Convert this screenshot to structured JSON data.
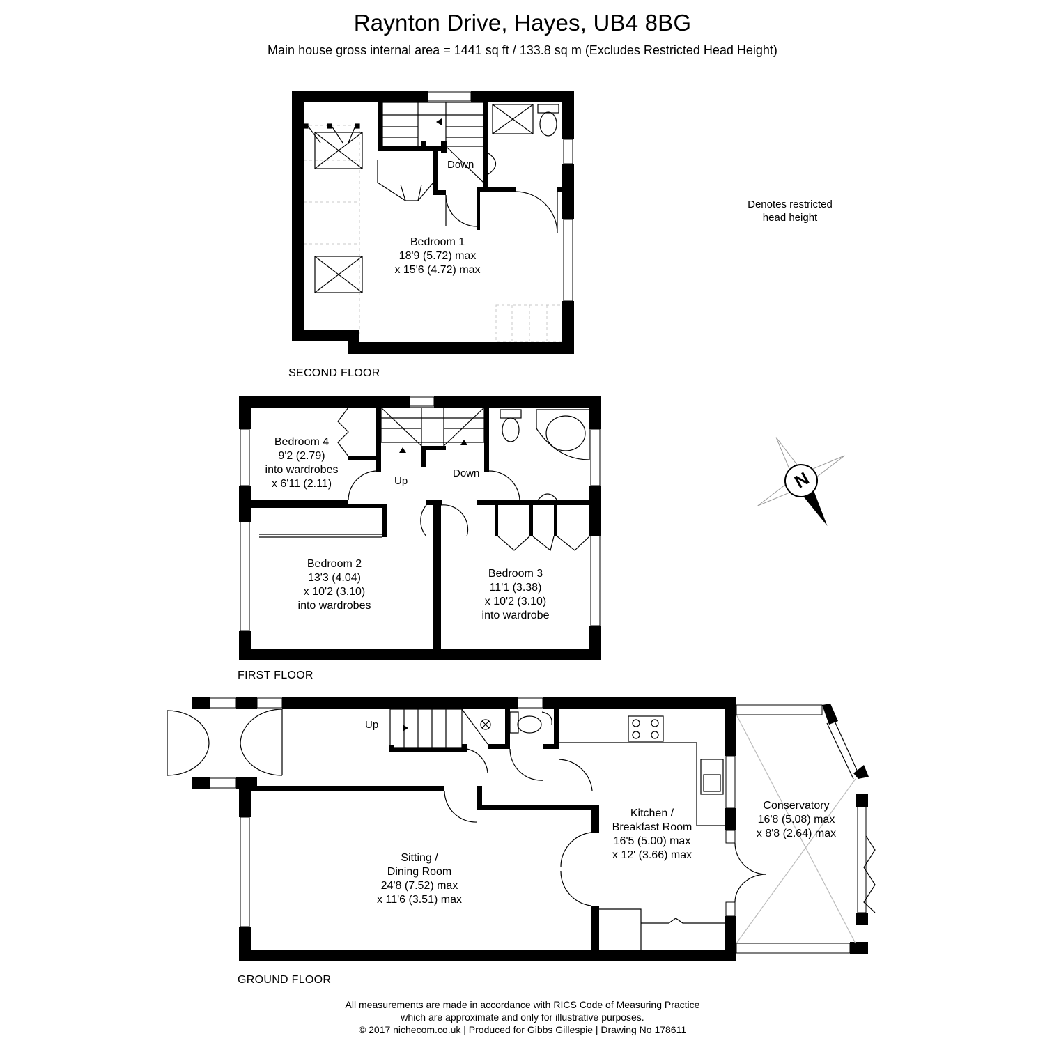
{
  "header": {
    "title": "Raynton Drive, Hayes, UB4 8BG",
    "subtitle": "Main house gross internal area = 1441 sq ft / 133.8 sq m (Excludes Restricted Head Height)"
  },
  "legend": {
    "line1": "Denotes restricted",
    "line2": "head height"
  },
  "compass": {
    "label": "N"
  },
  "floors": {
    "second": {
      "label": "SECOND FLOOR"
    },
    "first": {
      "label": "FIRST FLOOR"
    },
    "ground": {
      "label": "GROUND FLOOR"
    }
  },
  "stairs": {
    "second_down": "Down",
    "first_up": "Up",
    "first_down": "Down",
    "ground_up": "Up"
  },
  "rooms": {
    "bedroom1": {
      "name": "Bedroom 1",
      "dim1": "18'9 (5.72) max",
      "dim2": "x 15'6 (4.72) max"
    },
    "bedroom4": {
      "name": "Bedroom 4",
      "dim1": "9'2 (2.79)",
      "dim2": "into wardrobes",
      "dim3": "x 6'11 (2.11)"
    },
    "bedroom2": {
      "name": "Bedroom 2",
      "dim1": "13'3 (4.04)",
      "dim2": "x 10'2 (3.10)",
      "dim3": "into wardrobes"
    },
    "bedroom3": {
      "name": "Bedroom 3",
      "dim1": "11'1 (3.38)",
      "dim2": "x 10'2 (3.10)",
      "dim3": "into wardrobe"
    },
    "sitting": {
      "name1": "Sitting /",
      "name2": "Dining Room",
      "dim1": "24'8 (7.52) max",
      "dim2": "x 11'6 (3.51) max"
    },
    "kitchen": {
      "name1": "Kitchen /",
      "name2": "Breakfast Room",
      "dim1": "16'5 (5.00) max",
      "dim2": "x 12' (3.66) max"
    },
    "conservatory": {
      "name": "Conservatory",
      "dim1": "16'8 (5.08) max",
      "dim2": "x 8'8 (2.64) max"
    }
  },
  "footer": {
    "line1": "All measurements are made in accordance with RICS Code of Measuring Practice",
    "line2": "which are approximate and only for illustrative purposes.",
    "line3": "© 2017 nichecom.co.uk  |  Produced for Gibbs Gillespie  |  Drawing No 178611"
  }
}
